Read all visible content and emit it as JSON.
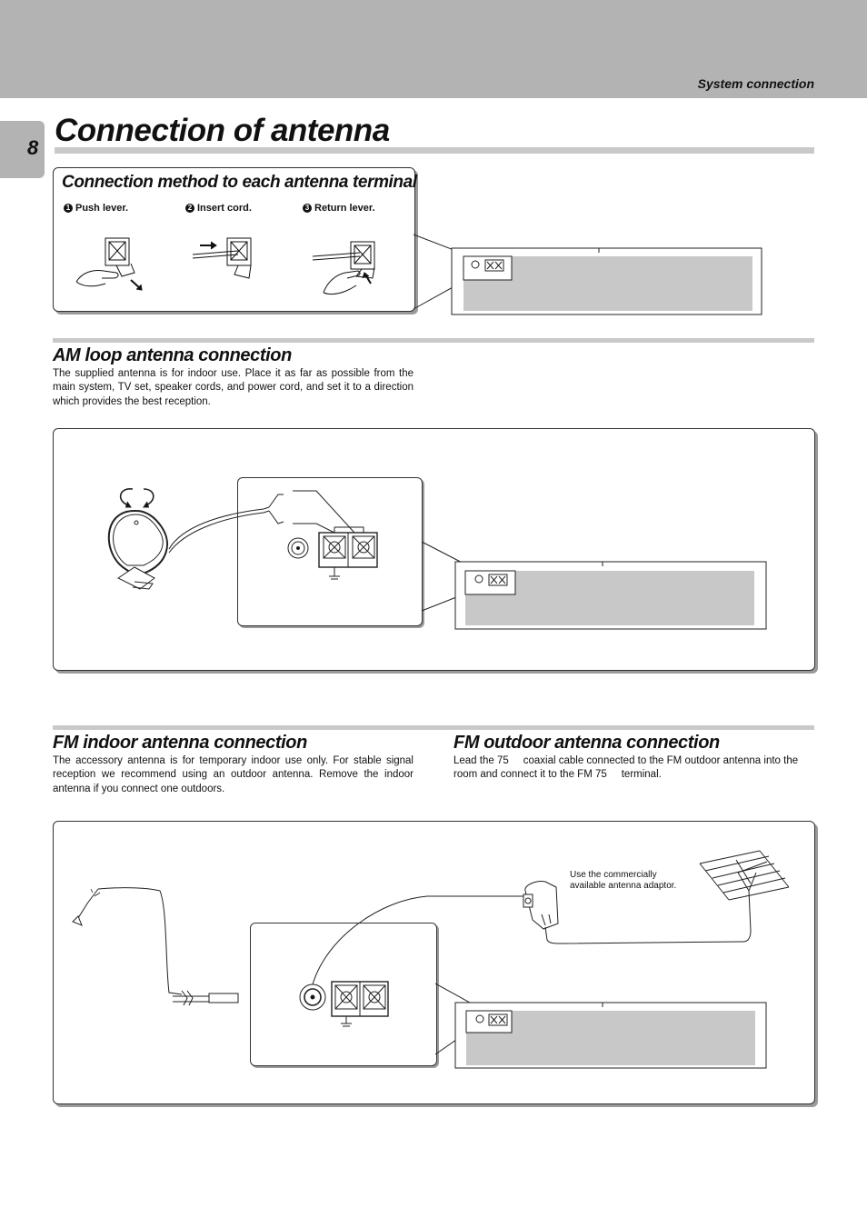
{
  "header": {
    "section": "System connection",
    "page_number": "8"
  },
  "page_title": "Connection of antenna",
  "terminal_method": {
    "heading": "Connection method to each antenna terminal",
    "steps": [
      {
        "num": "1",
        "label": "Push lever."
      },
      {
        "num": "2",
        "label": "Insert cord."
      },
      {
        "num": "3",
        "label": "Return lever."
      }
    ]
  },
  "am_loop": {
    "heading": "AM loop antenna connection",
    "text": "The supplied antenna is for indoor use. Place it as far as possible from the main system, TV set, speaker cords, and power cord, and set it to a direction which provides the best reception."
  },
  "fm_indoor": {
    "heading": "FM indoor antenna connection",
    "text": "The accessory antenna is for temporary indoor use only. For stable signal reception we recommend using an outdoor antenna. Remove the indoor antenna if you connect one outdoors."
  },
  "fm_outdoor": {
    "heading": "FM outdoor antenna connection",
    "text": "Lead the 75     coaxial cable connected to the FM outdoor antenna into the room and connect it to the FM 75     terminal.",
    "adaptor_note_line1": "Use the commercially",
    "adaptor_note_line2": "available antenna adaptor."
  }
}
